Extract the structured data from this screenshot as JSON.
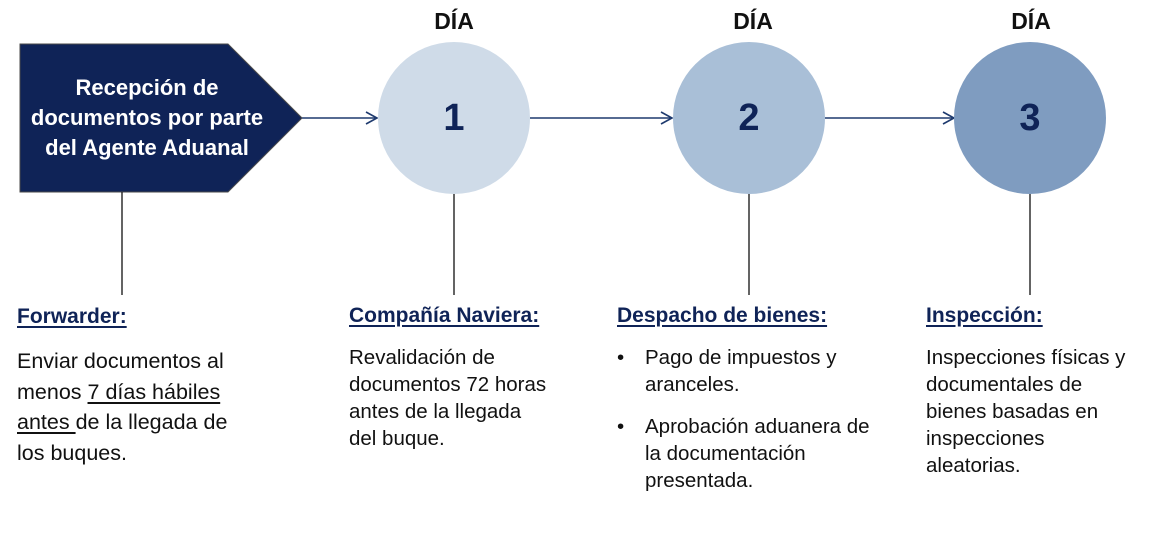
{
  "start": {
    "label": "Recepción de documentos por parte del Agente Aduanal"
  },
  "steps": [
    {
      "day_label": "DÍA",
      "number": "1"
    },
    {
      "day_label": "DÍA",
      "number": "2"
    },
    {
      "day_label": "DÍA",
      "number": "3"
    }
  ],
  "colors": {
    "start_fill": "#0f2357",
    "circle_1": "#cfdbe8",
    "circle_2": "#a9bfd7",
    "circle_3": "#7f9cc0",
    "connector": "#1e3a6e",
    "heading": "#0f2357"
  },
  "sections": {
    "forwarder": {
      "heading": "Forwarder:",
      "text_pre": "Enviar documentos al menos ",
      "text_underlined": "7 días hábiles antes ",
      "text_post": "de la llegada de los buques."
    },
    "naviera": {
      "heading": "Compañía Naviera:",
      "text": "Revalidación de documentos 72 horas antes de la llegada del buque."
    },
    "despacho": {
      "heading": "Despacho de bienes:",
      "bullets": [
        "Pago de impuestos y aranceles.",
        "Aprobación aduanera de la documentación presentada."
      ]
    },
    "inspeccion": {
      "heading": "Inspección:",
      "text": "Inspecciones físicas y documentales de bienes basadas en inspecciones aleatorias."
    }
  }
}
